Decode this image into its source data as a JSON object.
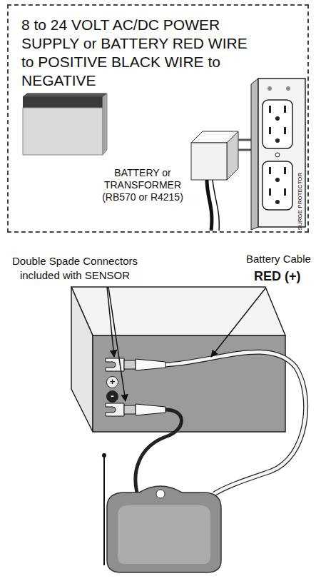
{
  "diagram": {
    "nodes": [
      {
        "text": [
          "8 to 24 VOLT AC/DC POWER SUPPLY or BATTERY RED WIRE to POSITIVE BLACK WIRE to NEGATIVE",
          "BATTERY or TRANSFORMER (RB570 or R4215)"
        ]
      },
      {
        "text": [
          "SURGE PROTECTOR"
        ],
        "in": 0
      },
      {
        "text": [
          "+",
          "-"
        ]
      }
    ],
    "labels": [
      "Double Spade Connectors included with SENSOR",
      "Battery Cable",
      "RED (+)"
    ]
  }
}
